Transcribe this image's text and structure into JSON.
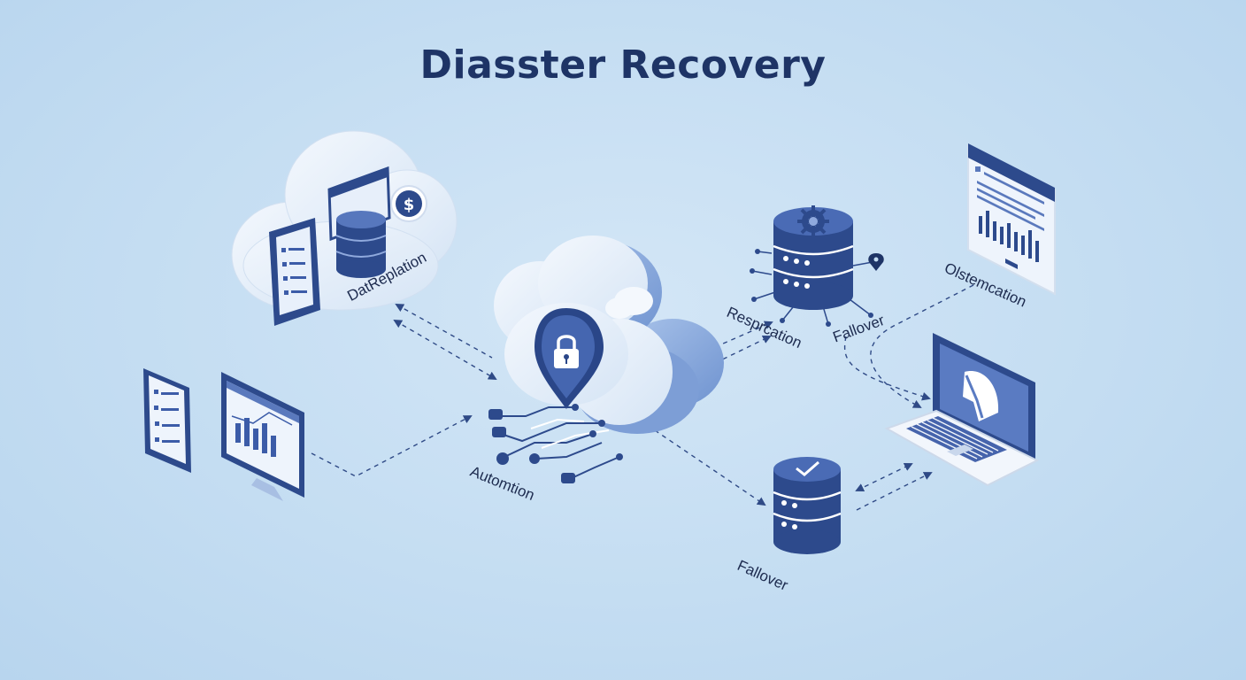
{
  "title": "Diasster Recovery",
  "labels": {
    "data_replication": "DatReplation",
    "automation": "Automtion",
    "replication": "Resprcation",
    "failover_top": "Fallover",
    "orchestration": "Olstemcation",
    "failover_bottom": "Fallover"
  },
  "icons": {
    "dollar_glyph": "$"
  },
  "colors": {
    "background": "#c4ddf2",
    "primary": "#3c5ca8",
    "dark": "#24407e",
    "cloud": "#e9f1fb",
    "title": "#1e3466"
  }
}
